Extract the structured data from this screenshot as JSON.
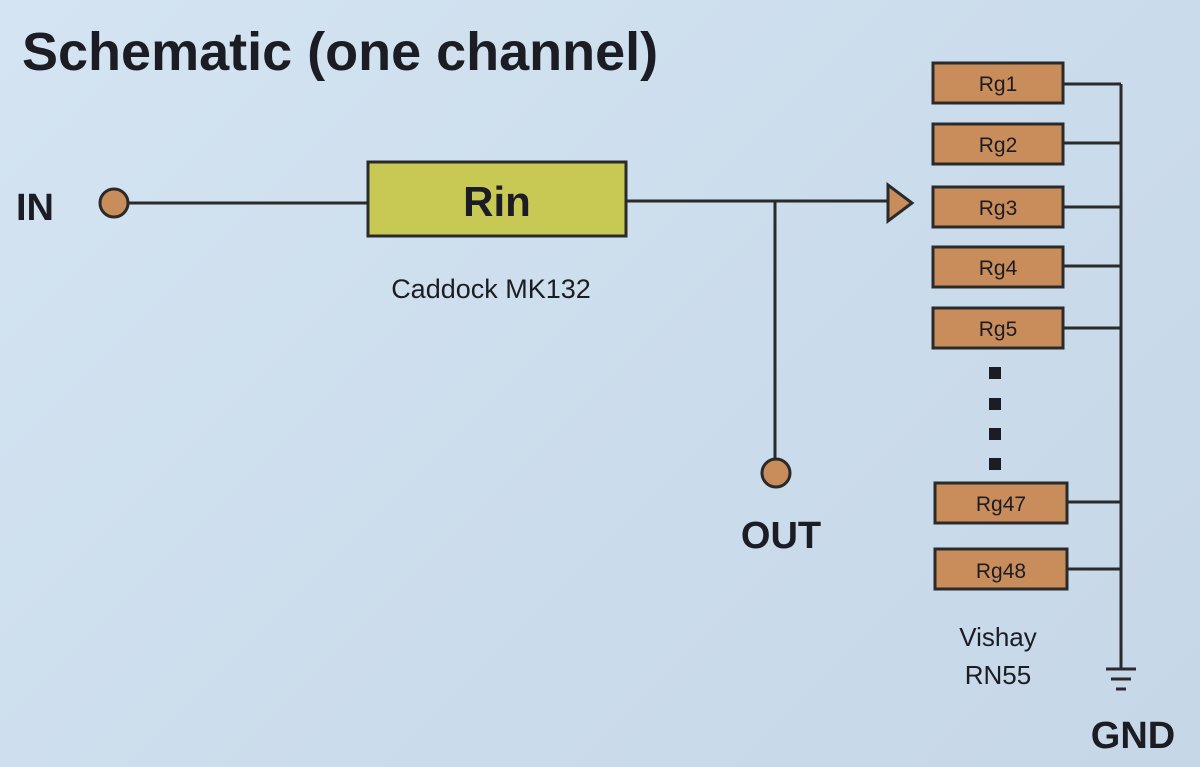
{
  "title": "Schematic (one channel)",
  "input_label": "IN",
  "output_label": "OUT",
  "ground_label": "GND",
  "rin": {
    "label": "Rin",
    "part": "Caddock MK132"
  },
  "rg_part_line1": "Vishay",
  "rg_part_line2": "RN55",
  "rg_resistors": [
    "Rg1",
    "Rg2",
    "Rg3",
    "Rg4",
    "Rg5",
    "Rg47",
    "Rg48"
  ],
  "colors": {
    "background": "#cfe0ef",
    "rin_fill": "#c8c954",
    "rg_fill": "#c98d5c",
    "terminal_fill": "#c98d5c",
    "wire": "#2a2a2a",
    "text": "#1c1c24"
  }
}
